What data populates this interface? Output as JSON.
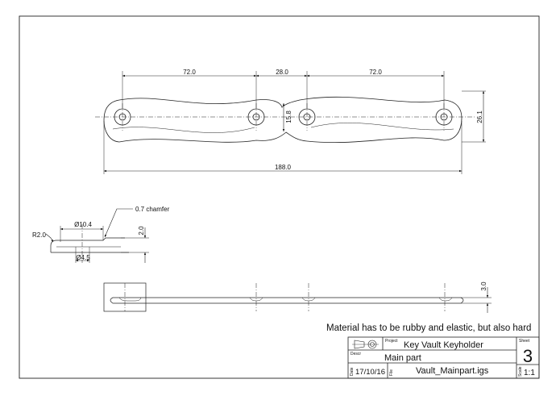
{
  "drawing": {
    "top_view": {
      "dims": {
        "left_pitch": "72.0",
        "middle_pitch": "28.0",
        "right_pitch": "72.0",
        "waist_height": "15.8",
        "overall_height": "26.1",
        "overall_length": "188.0"
      }
    },
    "detail": {
      "chamfer": "0.7 chamfer",
      "boss_diameter": "Ø10.4",
      "bore_diameter": "Ø4.5",
      "radius": "R2.0",
      "boss_height": "2.0"
    },
    "side_view": {
      "thickness": "3.0"
    }
  },
  "title_block": {
    "note": "Material has to be rubby and elastic, but also hard",
    "project_label": "Project",
    "project": "Key Vault Keyholder",
    "sheet_label": "Sheet",
    "sheet": "3",
    "descr_label": "Descr",
    "description": "Main part",
    "date_label": "Date",
    "date": "17/10/16",
    "file_label": "File",
    "file": "Vault_Mainpart.igs",
    "scale_label": "Scale",
    "scale": "1:1"
  }
}
